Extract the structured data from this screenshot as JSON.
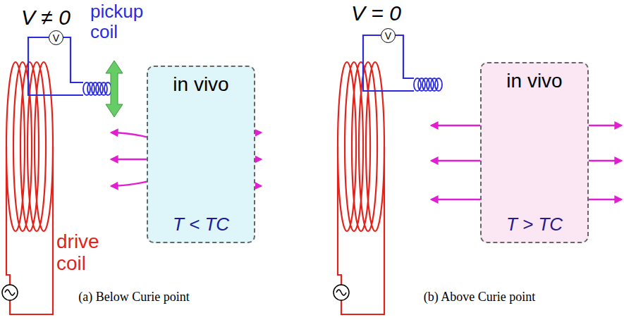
{
  "diagram": {
    "nodes": [
      {
        "text": [
          "V"
        ]
      },
      {
        "text": [
          "in vivo",
          "T < TC"
        ]
      },
      {
        "text": [
          "V"
        ]
      },
      {
        "text": [
          "in vivo",
          "T > TC"
        ]
      }
    ],
    "labels": [
      "V ≠ 0",
      "pickup coil",
      "drive coil",
      "(a) Below Curie point",
      "V = 0",
      "(b) Above Curie point"
    ]
  }
}
